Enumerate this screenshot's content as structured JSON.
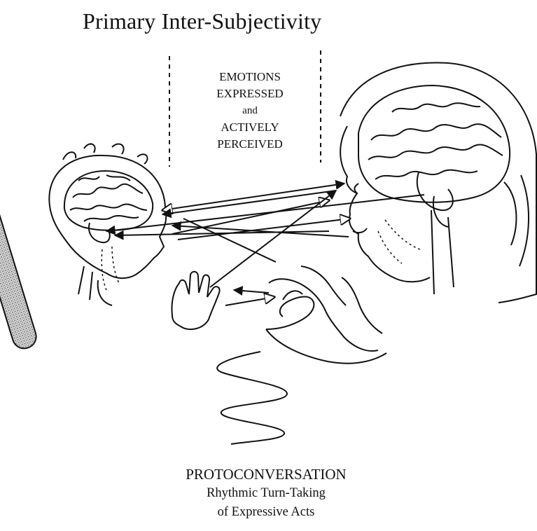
{
  "title": "Primary Inter-Subjectivity",
  "emotions_box": {
    "lines": [
      "EMOTIONS",
      "EXPRESSED",
      "and",
      "ACTIVELY",
      "PERCEIVED"
    ]
  },
  "footer": {
    "line1": "PROTOCONVERSATION",
    "line2": "Rhythmic Turn-Taking",
    "line3": "of Expressive Acts"
  },
  "colors": {
    "ink": "#111111",
    "paper": "#ffffff",
    "stipple": "#8a8a8a"
  }
}
